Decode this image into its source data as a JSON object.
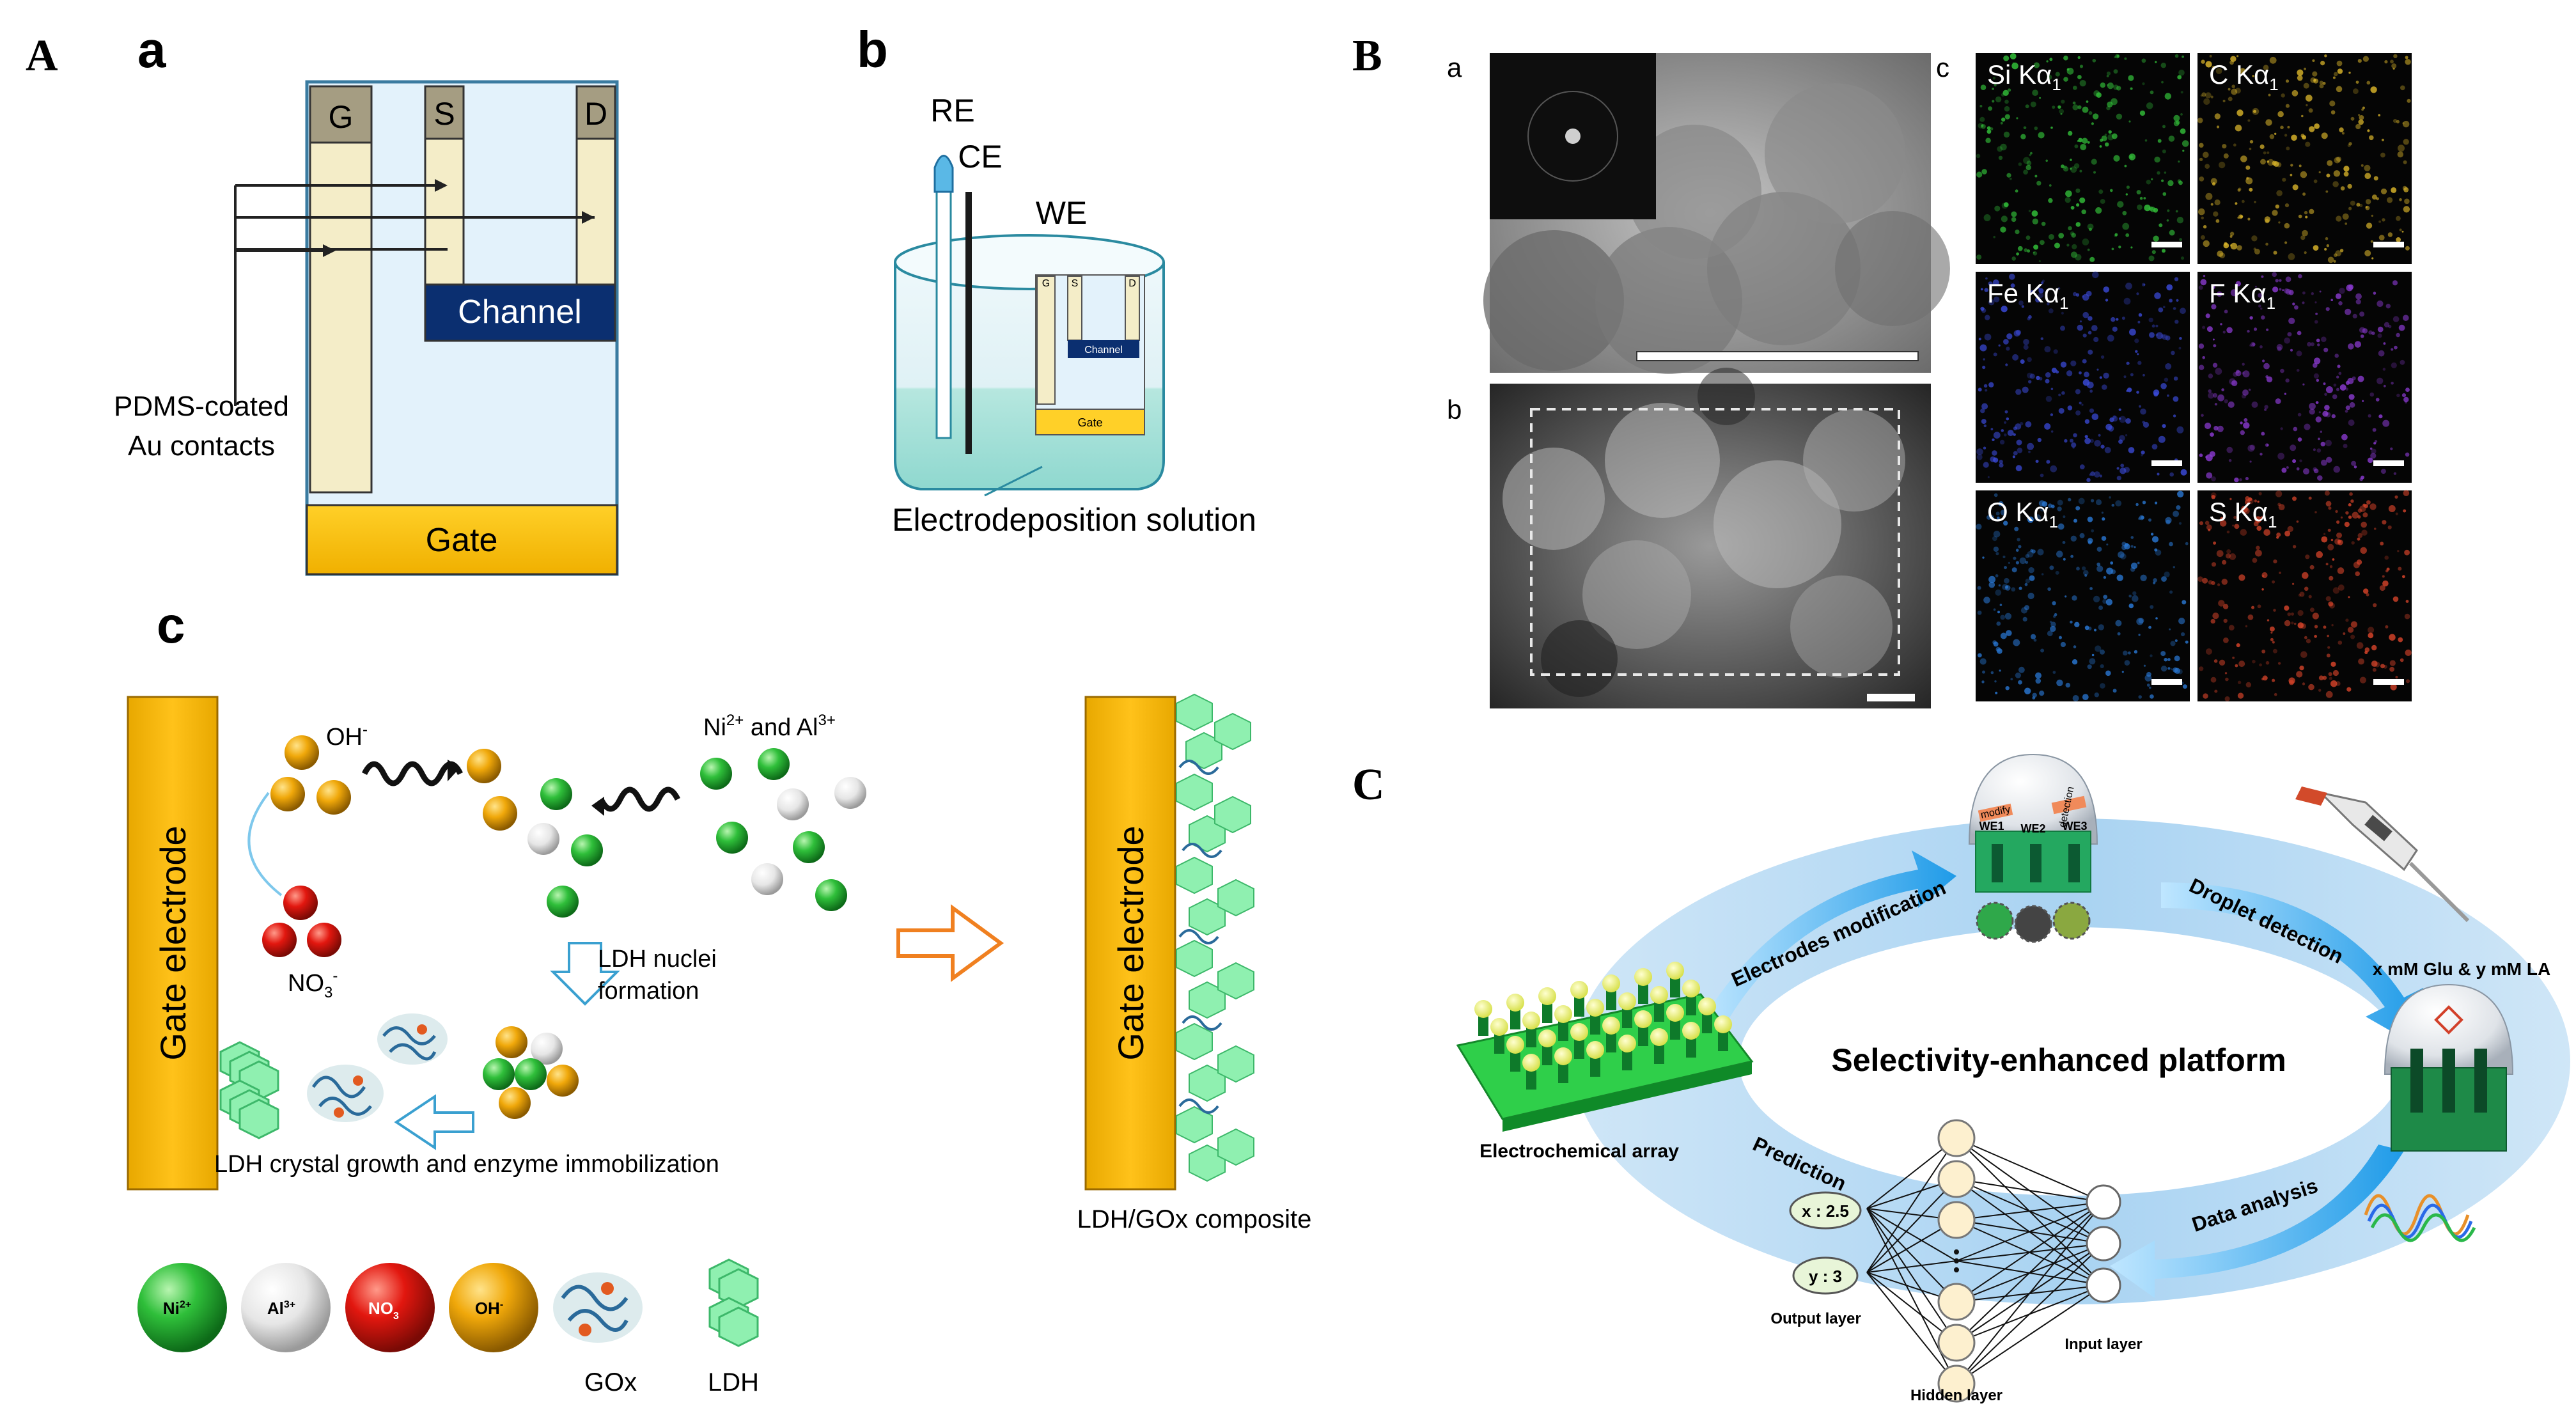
{
  "figure": {
    "panel_A": "A",
    "panel_B": "B",
    "panel_C": "C"
  },
  "A": {
    "a": {
      "letter": "a",
      "G": "G",
      "S": "S",
      "D": "D",
      "channel": "Channel",
      "contacts_line1": "PDMS-coated",
      "contacts_line2": "Au contacts",
      "gate": "Gate"
    },
    "b": {
      "letter": "b",
      "RE": "RE",
      "CE": "CE",
      "WE": "WE",
      "G": "G",
      "S": "S",
      "D": "D",
      "channel": "Channel",
      "gate": "Gate",
      "solution": "Electrodeposition solution"
    },
    "c": {
      "letter": "c",
      "gate_electrode": "Gate electrode",
      "oh": "OH",
      "oh_sup": "-",
      "no3": "NO",
      "no3_sub": "3",
      "no3_sup": "-",
      "ni_al_1": "Ni",
      "ni_al_sup1": "2+",
      "ni_al_2": " and Al",
      "ni_al_sup2": "3+",
      "nuclei_1": "LDH nuclei",
      "nuclei_2": "formation",
      "growth": "LDH crystal growth and enzyme immobilization",
      "composite": "LDH/GOx composite",
      "legend": {
        "ni": "Ni",
        "ni_sup": "2+",
        "al": "Al",
        "al_sup": "3+",
        "no3": "NO",
        "no3_sub": "3",
        "oh": "OH",
        "oh_sup": "-",
        "gox": "GOx",
        "ldh": "LDH"
      }
    }
  },
  "B": {
    "a": "a",
    "b": "b",
    "c": "c",
    "maps": [
      {
        "el": "Si",
        "color": "#33c23a"
      },
      {
        "el": "C",
        "color": "#d8b32a"
      },
      {
        "el": "Fe",
        "color": "#3a4ad8"
      },
      {
        "el": "F",
        "color": "#8a3ad0"
      },
      {
        "el": "O",
        "color": "#2a7ad8"
      },
      {
        "el": "S",
        "color": "#d8442a"
      }
    ],
    "line": "Kα",
    "line_sub": "1"
  },
  "C": {
    "title": "Selectivity-enhanced platform",
    "electrodes_modification": "Electrodes modification",
    "droplet_detection": "Droplet detection",
    "sample": "x mM Glu & y mM LA",
    "electrochemical_array": "Electrochemical array",
    "prediction": "Prediction",
    "data_analysis": "Data analysis",
    "x_out": "x : 2.5",
    "y_out": "y : 3",
    "output_layer": "Output layer",
    "hidden_layer": "Hidden layer",
    "input_layer": "Input layer",
    "we1": "WE1",
    "we2": "WE2",
    "we3": "WE3",
    "modify": "modify",
    "detection": "detection"
  }
}
